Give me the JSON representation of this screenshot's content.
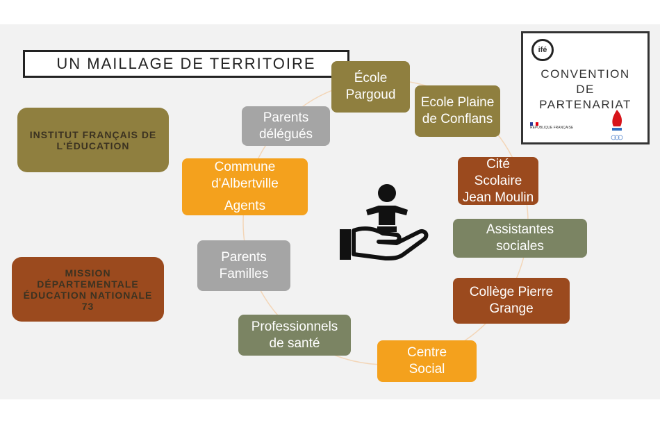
{
  "title": "UN MAILLAGE DE TERRITOIRE",
  "partners": {
    "ife": "INSTITUT FRANÇAIS DE L'ÉDUCATION",
    "mission": "MISSION DÉPARTEMENTALE ÉDUCATION NATIONALE 73"
  },
  "logo_box": {
    "ife_logo": "ifé",
    "line1": "CONVENTION",
    "line2": "DE",
    "line3": "PARTENARIAT",
    "republique": "RÉPUBLIQUE FRANÇAISE"
  },
  "nodes": {
    "ecole_pargoud": "École Pargoud",
    "parents_delegues": "Parents délégués",
    "ecole_plaine": "Ecole Plaine de Conflans",
    "commune": "Commune d'Albertville",
    "agents": "Agents",
    "cite_scolaire": "Cité Scolaire Jean Moulin",
    "assistantes": "Assistantes sociales",
    "parents_familles": "Parents Familles",
    "college": "Collège Pierre Grange",
    "professionnels": "Professionnels de santé",
    "centre_social": "Centre Social"
  },
  "colors": {
    "olive": "#8f7f3f",
    "brown": "#9b4a1e",
    "orange": "#f4a11d",
    "grey": "#a5a5a5",
    "green": "#7b8463",
    "background": "#f2f2f2"
  }
}
